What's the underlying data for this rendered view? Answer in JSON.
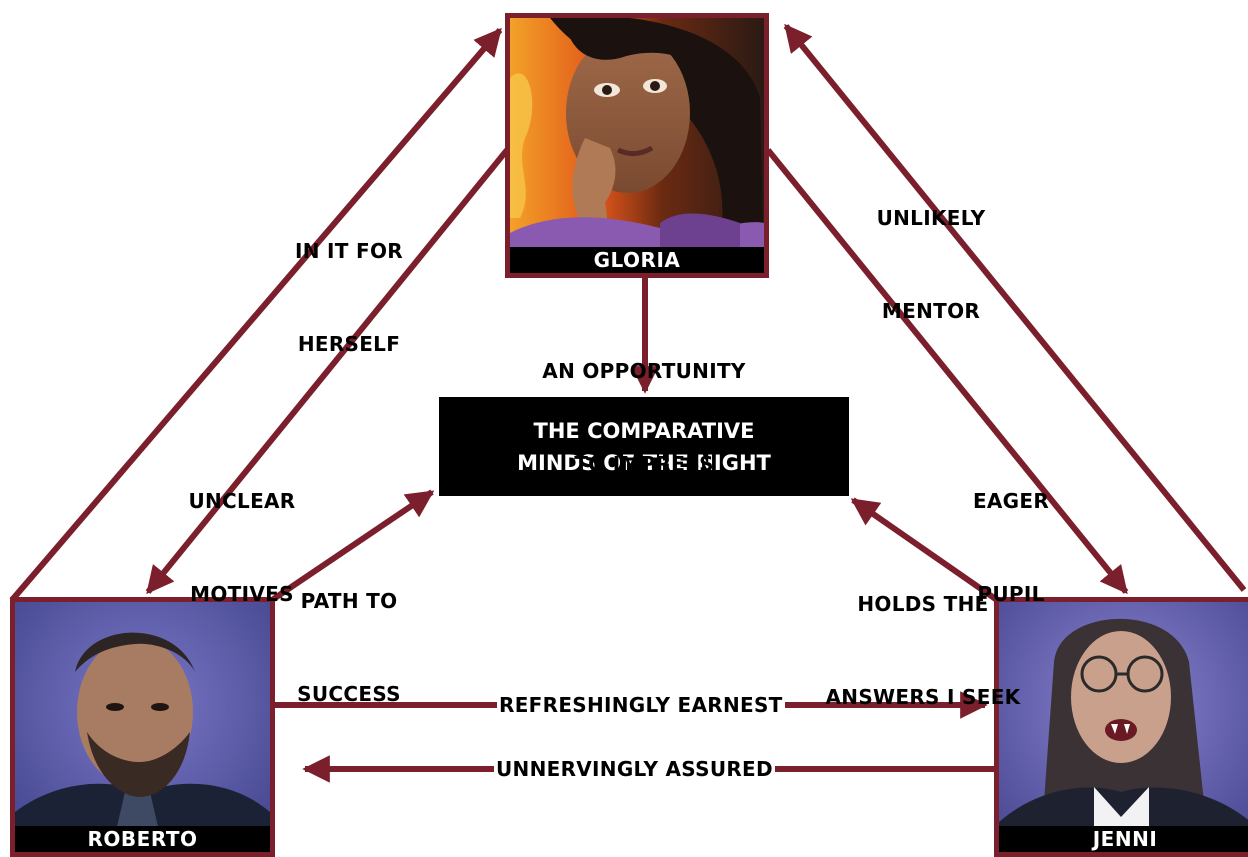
{
  "colors": {
    "relation": "#7a1f2b",
    "box": "#000000",
    "text_on_box": "#ffffff"
  },
  "central": {
    "line1": "THE COMPARATIVE",
    "line2": "MINDS OF THE NIGHT"
  },
  "characters": {
    "gloria": {
      "name": "GLORIA"
    },
    "roberto": {
      "name": "ROBERTO"
    },
    "jenni": {
      "name": "JENNI"
    }
  },
  "relations": {
    "roberto_to_gloria": {
      "line1": "IN IT FOR",
      "line2": "HERSELF"
    },
    "gloria_to_roberto": {
      "line1": "UNCLEAR",
      "line2": "MOTIVES"
    },
    "jenni_to_gloria": {
      "line1": "UNLIKELY",
      "line2": "MENTOR"
    },
    "gloria_to_jenni": {
      "line1": "EAGER",
      "line2": "PUPIL"
    },
    "gloria_to_central": {
      "line1": "AN OPPORTUNITY",
      "line2": "TO IMPRESS"
    },
    "roberto_to_central": {
      "line1": "PATH TO",
      "line2": "SUCCESS"
    },
    "jenni_to_central": {
      "line1": "HOLDS THE",
      "line2": "ANSWERS I SEEK"
    },
    "roberto_to_jenni": {
      "label": "REFRESHINGLY EARNEST"
    },
    "jenni_to_roberto": {
      "label": "UNNERVINGLY ASSURED"
    }
  }
}
